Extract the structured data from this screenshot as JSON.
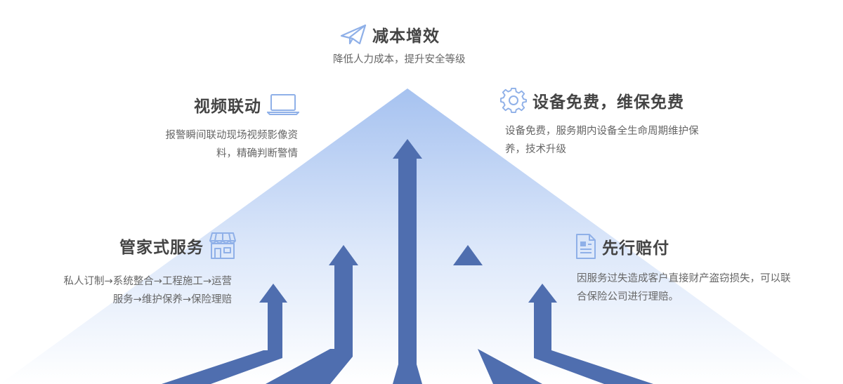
{
  "features": {
    "cost": {
      "title": "减本增效",
      "desc": "降低人力成本，提升安全等级",
      "icon": "paper-plane-icon"
    },
    "video": {
      "title": "视频联动",
      "desc": "报警瞬间联动现场视频影像资料，精确判断警情",
      "icon": "laptop-icon"
    },
    "device": {
      "title": "设备免费，维保免费",
      "desc": "设备免费，服务期内设备全生命周期维护保养，技术升级",
      "icon": "gear-icon"
    },
    "butler": {
      "title": "管家式服务",
      "desc_line1": "私人订制→系统整合→工程施工→运营",
      "desc_line2": "服务→维护保养→保险理赔",
      "icon": "storefront-icon"
    },
    "compensation": {
      "title": "先行赔付",
      "desc": "因服务过失造成客户直接财产盗窃损失，可以联合保险公司进行理赔。",
      "icon": "document-icon"
    }
  },
  "colors": {
    "arrow": "#4f6eaf",
    "triangle_top": "#a9c4f0",
    "triangle_bottom": "#ffffff",
    "icon_stroke": "#8fb0e8",
    "title": "#444444",
    "desc": "#666666"
  }
}
